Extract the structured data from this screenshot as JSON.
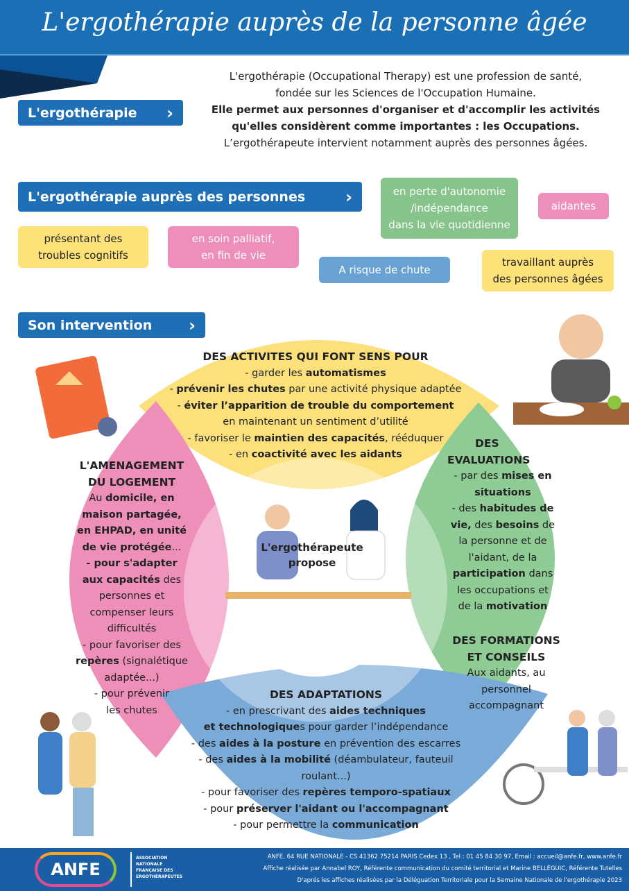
{
  "header": {
    "title": "L'ergothérapie auprès de la personne âgée"
  },
  "sections": {
    "ergo": "L'ergothérapie",
    "personnes": "L'ergothérapie auprès des personnes",
    "intervention": "Son intervention",
    "chevron": "›"
  },
  "intro": {
    "line1": "L'ergothérapie (Occupational Therapy) est une profession de santé,",
    "line2": "fondée sur les Sciences de l'Occupation Humaine.",
    "line3": "Elle permet aux personnes  d'organiser et d'accomplir les activités",
    "line4": "qu'elles considèrent comme importantes :  les Occupations.",
    "line5": "L’ergothérapeute intervient notamment auprès des personnes âgées."
  },
  "tags": {
    "autonomie": [
      "en perte d'autonomie",
      "/indépendance",
      "dans la vie quotidienne"
    ],
    "aidantes": "aidantes",
    "cognitifs": [
      "présentant des",
      "troubles cognitifs"
    ],
    "palliatif": [
      "en soin palliatif,",
      "en fin de vie"
    ],
    "chute": "A risque de chute",
    "travaillant": [
      "travaillant auprès",
      "des personnes âgées"
    ]
  },
  "center": {
    "line1": "L'ergothérapeute",
    "line2": "propose"
  },
  "activites": {
    "title": "DES ACTIVITES QUI FONT SENS POUR",
    "lines": [
      [
        {
          "t": "- garder les "
        },
        {
          "t": "automatismes",
          "b": 1
        }
      ],
      [
        {
          "t": "- "
        },
        {
          "t": "prévenir les chutes",
          "b": 1
        },
        {
          "t": " par une activité physique adaptée"
        }
      ],
      [
        {
          "t": "- "
        },
        {
          "t": "éviter l’apparition de trouble du comportement",
          "b": 1
        }
      ],
      [
        {
          "t": "en maintenant un sentiment d’utilité"
        }
      ],
      [
        {
          "t": "- favoriser le "
        },
        {
          "t": "maintien des capacités",
          "b": 1
        },
        {
          "t": ", rééduquer"
        }
      ],
      [
        {
          "t": "- en "
        },
        {
          "t": "coactivité avec les aidants",
          "b": 1
        }
      ]
    ]
  },
  "amenagement": {
    "title1": "L'AMENAGEMENT",
    "title2": "DU LOGEMENT",
    "lines": [
      [
        {
          "t": "Au "
        },
        {
          "t": "domicile, en",
          "b": 1
        }
      ],
      [
        {
          "t": "maison partagée,",
          "b": 1
        }
      ],
      [
        {
          "t": "en EHPAD, en unité",
          "b": 1
        }
      ],
      [
        {
          "t": "de vie protégée",
          "b": 1
        },
        {
          "t": "..."
        }
      ],
      [
        {
          "t": "- pour s'adapter",
          "b": 1
        }
      ],
      [
        {
          "t": "aux capacités",
          "b": 1
        },
        {
          "t": " des"
        }
      ],
      [
        {
          "t": "personnes et"
        }
      ],
      [
        {
          "t": "compenser leurs"
        }
      ],
      [
        {
          "t": "difficultés"
        }
      ],
      [
        {
          "t": "-  pour favoriser des"
        }
      ],
      [
        {
          "t": "repères",
          "b": 1
        },
        {
          "t": " (signalétique"
        }
      ],
      [
        {
          "t": "adaptée...)"
        }
      ],
      [
        {
          "t": "- pour prévenir"
        }
      ],
      [
        {
          "t": "les chutes"
        }
      ]
    ]
  },
  "evaluations": {
    "title1": "DES",
    "title2": "EVALUATIONS",
    "lines": [
      [
        {
          "t": "- par des "
        },
        {
          "t": "mises en",
          "b": 1
        }
      ],
      [
        {
          "t": "situations",
          "b": 1
        }
      ],
      [
        {
          "t": "- des "
        },
        {
          "t": "habitudes de",
          "b": 1
        }
      ],
      [
        {
          "t": "vie,",
          "b": 1
        },
        {
          "t": " des "
        },
        {
          "t": "besoins",
          "b": 1
        },
        {
          "t": " de"
        }
      ],
      [
        {
          "t": "la personne et de"
        }
      ],
      [
        {
          "t": "l'aidant, de la"
        }
      ],
      [
        {
          "t": "participation",
          "b": 1
        },
        {
          "t": " dans"
        }
      ],
      [
        {
          "t": "les occupations et"
        }
      ],
      [
        {
          "t": "de la "
        },
        {
          "t": "motivation",
          "b": 1
        }
      ]
    ]
  },
  "formations": {
    "title1": "DES FORMATIONS",
    "title2": "ET CONSEILS",
    "lines": [
      "Aux aidants, au",
      "personnel",
      "accompagnant"
    ]
  },
  "adaptations": {
    "title": "DES ADAPTATIONS",
    "lines": [
      [
        {
          "t": "- en prescrivant des "
        },
        {
          "t": "aides techniques",
          "b": 1
        }
      ],
      [
        {
          "t": "et technologique",
          "b": 1
        },
        {
          "t": "s pour garder l’indépendance"
        }
      ],
      [
        {
          "t": "- des "
        },
        {
          "t": "aides à la posture",
          "b": 1
        },
        {
          "t": " en prévention des escarres"
        }
      ],
      [
        {
          "t": "- des "
        },
        {
          "t": "aides à la mobilité",
          "b": 1
        },
        {
          "t": " (déambulateur, fauteuil roulant...)"
        }
      ],
      [
        {
          "t": "- pour favoriser des "
        },
        {
          "t": "repères temporo-spatiaux",
          "b": 1
        }
      ],
      [
        {
          "t": "- pour "
        },
        {
          "t": "préserver l'aidant ou l'accompagnant",
          "b": 1
        }
      ],
      [
        {
          "t": "- pour permettre la "
        },
        {
          "t": "communication",
          "b": 1
        }
      ]
    ]
  },
  "footer": {
    "logo": "ANFE",
    "assoc": [
      "ASSOCIATION",
      "NATIONALE",
      "FRANÇAISE DES",
      "ERGOTHÉRAPEUTES"
    ],
    "line1": "ANFE, 64 RUE NATIONALE - CS 41362 75214 PARIS Cedex 13 , Tel : 01 45 84 30 97,  Email : accueil@anfe.fr,  www.anfe.fr",
    "line2": "Affiche réalisée par Annabel ROY,  Référente communication du comité territorial et Marine BELLÉGUIC, Référente Tutelles",
    "line3": "D'aprés les affiches réalisées par la Déléguation Territoriale pour la Semaine Nationale de l'ergothérapie 2023"
  },
  "colors": {
    "blue": "#1a6fb5",
    "yellow": "#fbe07c",
    "pink": "#ee8fba",
    "green": "#8fcb94",
    "lightblue": "#7aaad8"
  }
}
